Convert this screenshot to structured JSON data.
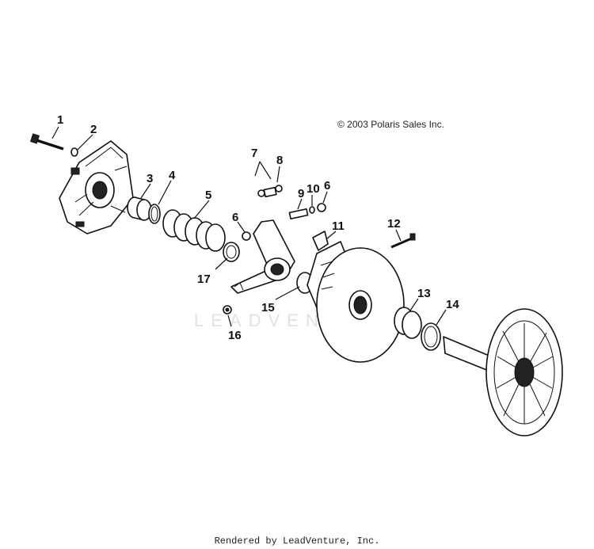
{
  "diagram": {
    "copyright": "© 2003 Polaris Sales Inc.",
    "watermark": "LEADVENTURE",
    "footer": "Rendered by LeadVenture, Inc.",
    "callouts": [
      "1",
      "2",
      "3",
      "4",
      "5",
      "6",
      "7",
      "8",
      "9",
      "10",
      "6",
      "11",
      "12",
      "17",
      "15",
      "13",
      "14",
      "16"
    ]
  }
}
